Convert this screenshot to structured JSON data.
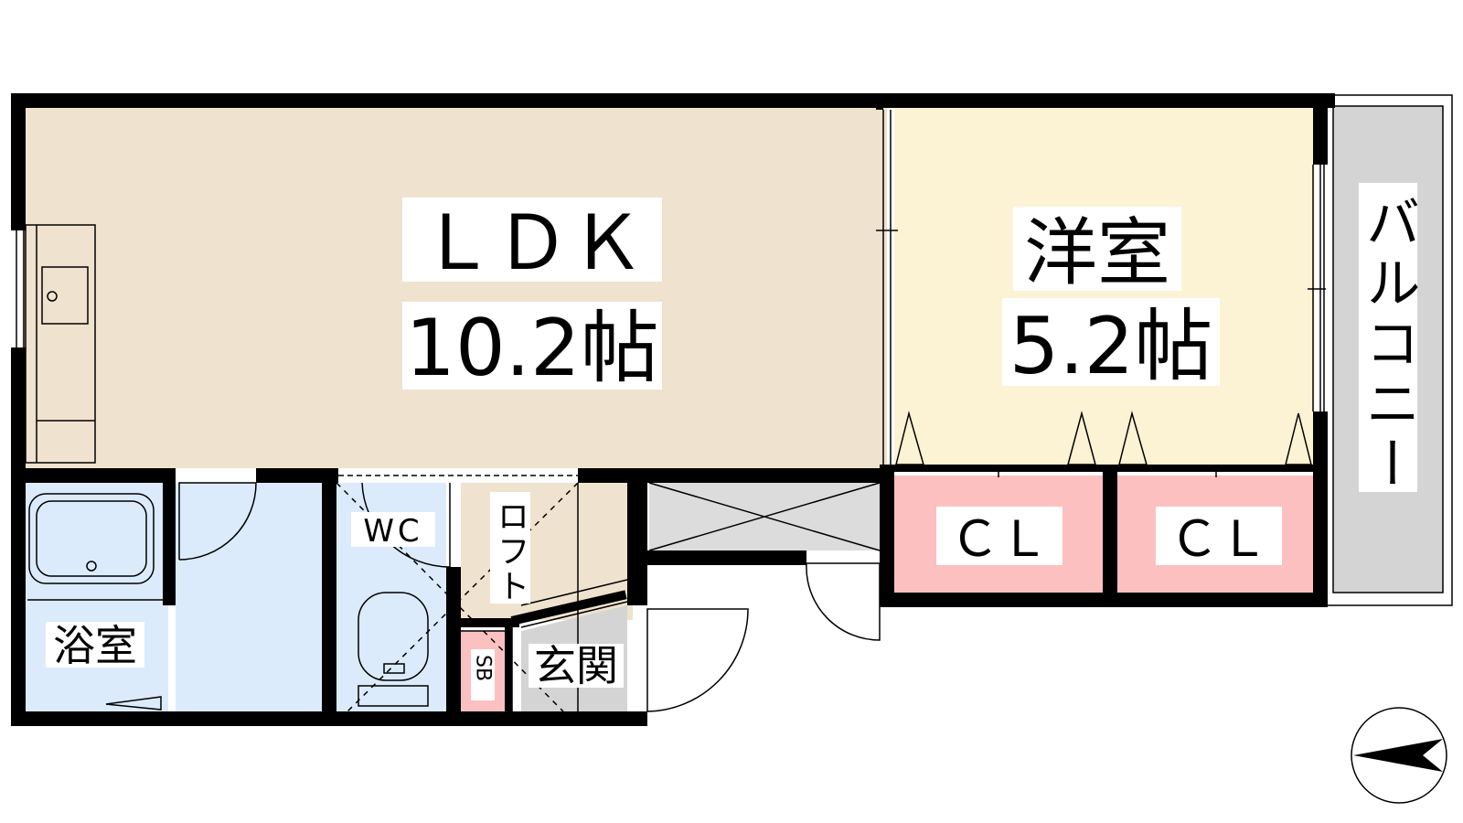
{
  "rooms": {
    "ldk": {
      "name": "ＬＤＫ",
      "size": "10.2帖"
    },
    "western": {
      "name": "洋室",
      "size": "5.2帖"
    },
    "balcony": {
      "name": "バルコニー"
    },
    "closet_1": {
      "name": "ＣＬ"
    },
    "closet_2": {
      "name": "ＣＬ"
    },
    "toilet": {
      "name": "WC"
    },
    "loft": {
      "name": "ロフト"
    },
    "shoe_box": {
      "name": "SB"
    },
    "entrance": {
      "name": "玄関"
    },
    "bathroom": {
      "name": "浴室"
    }
  },
  "colors": {
    "wall": "#000000",
    "ldk_floor": "#efe2cf",
    "western_floor": "#fcf2d4",
    "closet_floor": "#fcc0c0",
    "wet_area_floor": "#dbebfc",
    "balcony_floor": "#d4d4d4",
    "entrance_floor": "#d4d4d4"
  },
  "icons": [
    "compass-north-arrow-icon",
    "kitchen-sink-icon",
    "bathtub-icon",
    "toilet-icon"
  ]
}
